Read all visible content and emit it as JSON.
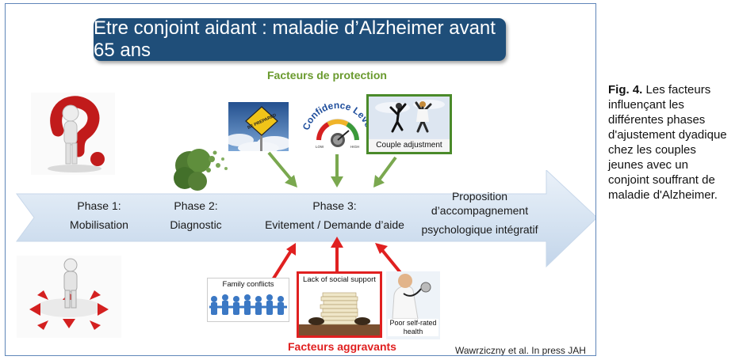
{
  "title": "Etre conjoint aidant : maladie d’Alzheimer avant 65 ans",
  "protection_label": "Facteurs de protection",
  "aggravating_label": "Facteurs aggravants",
  "credit": "Wawrziczny et al. In press  JAH",
  "phases": {
    "phase1": {
      "title": "Phase 1:",
      "name": "Mobilisation"
    },
    "phase2": {
      "title": "Phase 2:",
      "name": "Diagnostic"
    },
    "phase3": {
      "title": "Phase 3:",
      "name": "Evitement / Demande d’aide"
    },
    "phase4": {
      "line1": "Proposition",
      "line2": "d’accompagnement",
      "line3": "psychologique intégratif"
    }
  },
  "protective_factors": {
    "sign_text": "BE PREPARED",
    "confidence_text": "Confidence Level",
    "confidence_low": "LOW",
    "confidence_high": "HIGH",
    "couple_caption": "Couple adjustment"
  },
  "aggravating_factors": {
    "family_caption": "Family conflicts",
    "social_caption": "Lack of social support",
    "health_caption": "Poor self-rated health"
  },
  "caption": {
    "label": "Fig. 4.",
    "text": " Les facteurs influençant les différentes phases d'ajustement dyadique chez les couples jeunes avec un conjoint souffrant de maladie d'Alzheimer."
  },
  "colors": {
    "title_bg": "#1f4e79",
    "protection": "#6a9a2e",
    "aggravating": "#e02020",
    "arrow_fill": "#dbe6f3",
    "frame": "#5f86b9"
  }
}
